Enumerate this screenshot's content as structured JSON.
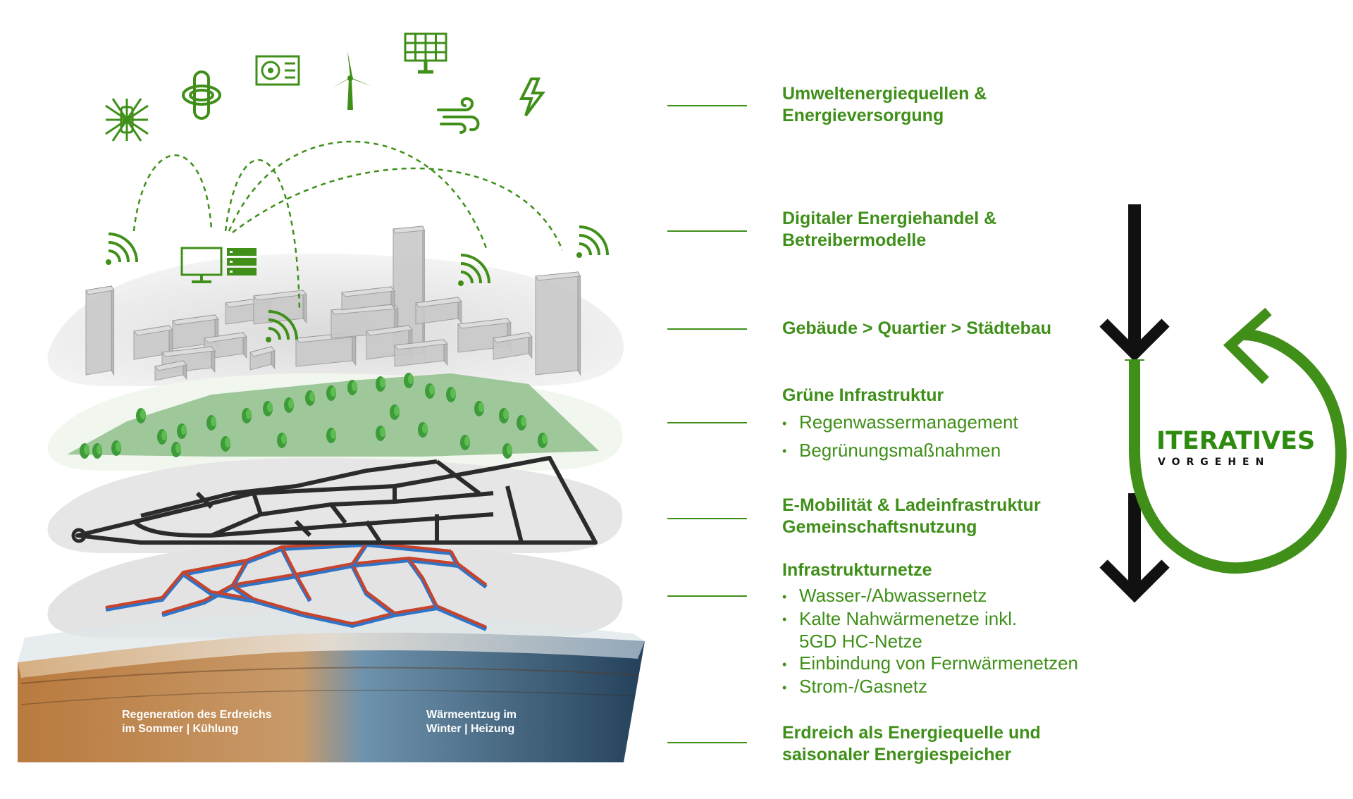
{
  "colors": {
    "green": "#3f8f19",
    "bright_green": "#2e8b0f",
    "black": "#111111",
    "soil_warm": "#b97a3e",
    "soil_cold": "#2f4f6a",
    "pipe_red": "#c8432c",
    "pipe_blue": "#2f74c7"
  },
  "icons": [
    "insect-hotel-icon",
    "geothermal-probe-icon",
    "heat-pump-icon",
    "wind-turbine-icon",
    "solar-panel-icon",
    "wind-icon",
    "lightning-icon",
    "wifi-signal-icon",
    "monitor-icon",
    "server-icon"
  ],
  "layers": [
    {
      "id": "energy",
      "title_lines": [
        "Umweltenergiequellen &",
        "Energieversorgung"
      ],
      "items": []
    },
    {
      "id": "trading",
      "title_lines": [
        "Digitaler Energiehandel &",
        "Betreibermodelle"
      ],
      "items": []
    },
    {
      "id": "buildings",
      "title_lines": [
        "Gebäude > Quartier > Städtebau"
      ],
      "items": []
    },
    {
      "id": "green",
      "title_lines": [
        "Grüne Infrastruktur"
      ],
      "items": [
        [
          "Regenwassermanagement"
        ],
        [
          "Begrünungsmaßnahmen"
        ]
      ]
    },
    {
      "id": "mobility",
      "title_lines": [
        "E-Mobilität & Ladeinfrastruktur",
        "Gemeinschaftsnutzung"
      ],
      "items": []
    },
    {
      "id": "networks",
      "title_lines": [
        "Infrastrukturnetze"
      ],
      "items": [
        [
          "Wasser-/Abwassernetz"
        ],
        [
          "Kalte Nahwärmenetze inkl.",
          "5GD HC-Netze"
        ],
        [
          "Einbindung von Fernwärmenetzen"
        ],
        [
          "Strom-/Gasnetz"
        ]
      ]
    },
    {
      "id": "soil",
      "title_lines": [
        "Erdreich als Energiequelle und",
        "saisonaler Energiespeicher"
      ],
      "items": []
    }
  ],
  "process": {
    "title": "ITERATIVES",
    "subtitle": "VORGEHEN"
  },
  "soil": {
    "left_lines": [
      "Regeneration des Erdreichs",
      "im Sommer | Kühlung"
    ],
    "right_lines": [
      "Wärmeentzug im",
      "Winter | Heizung"
    ]
  }
}
